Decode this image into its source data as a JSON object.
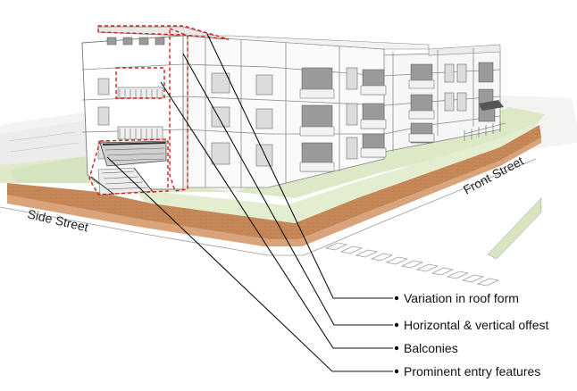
{
  "streets": {
    "side": "Side Street",
    "front": "Front Street"
  },
  "callouts": [
    {
      "id": "roof",
      "label": "Variation in roof form"
    },
    {
      "id": "offset",
      "label": "Horizontal & vertical offest"
    },
    {
      "id": "balconies",
      "label": "Balconies"
    },
    {
      "id": "entry",
      "label": "Prominent entry features"
    }
  ],
  "colors": {
    "highlight": "#d0201a",
    "sidewalk": "#c0804f",
    "lawn": "#dde8c8",
    "road": "#ffffff",
    "building": "#f4f4f4"
  }
}
